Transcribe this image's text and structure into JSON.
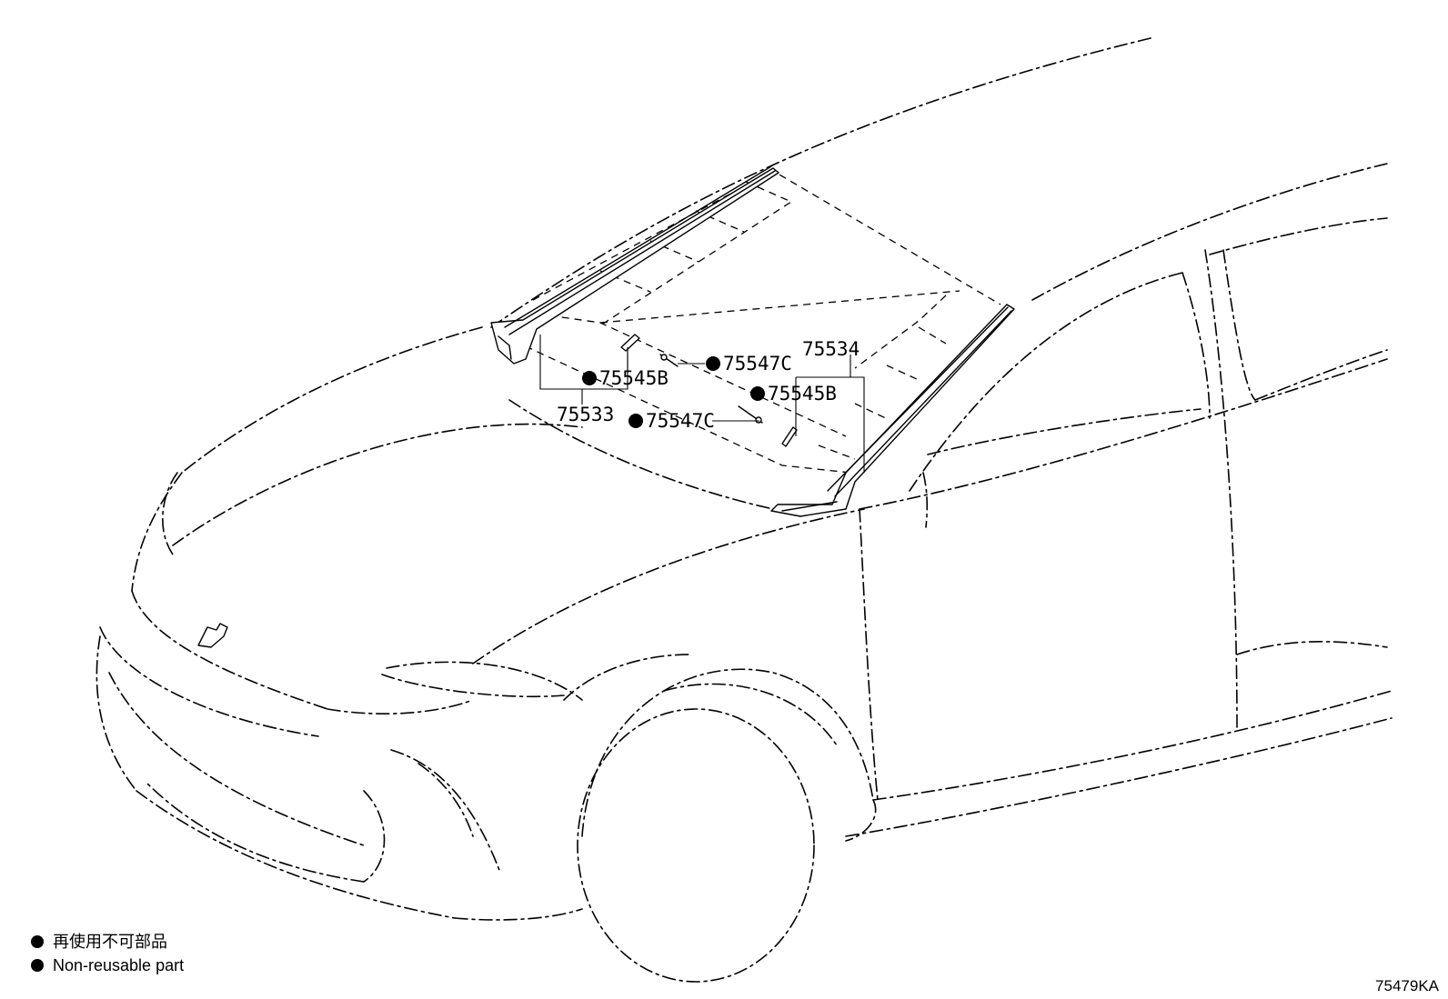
{
  "callouts": [
    {
      "id": "c-75534",
      "label": "75534",
      "marked": false
    },
    {
      "id": "c-75547c-top",
      "label": "75547C",
      "marked": true
    },
    {
      "id": "c-75545b-left",
      "label": "75545B",
      "marked": true
    },
    {
      "id": "c-75545b-right",
      "label": "75545B",
      "marked": true
    },
    {
      "id": "c-75533",
      "label": "75533",
      "marked": false
    },
    {
      "id": "c-75547c-bottom",
      "label": "75547C",
      "marked": true
    }
  ],
  "legend": {
    "japanese": "再使用不可部品",
    "english": "Non-reusable part"
  },
  "diagram_code": "75479KA",
  "colors": {
    "line": "#000000",
    "background": "#ffffff"
  }
}
